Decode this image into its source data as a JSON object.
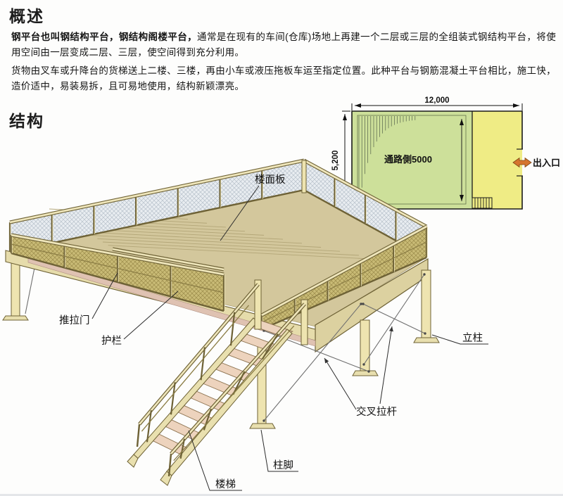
{
  "headings": {
    "overview": "概述",
    "structure": "结构"
  },
  "paragraphs": {
    "p1_lead": "钢平台也叫钢结构平台，钢结构阁楼平台，",
    "p1_rest": "通常是在现有的车间(仓库)场地上再建一个二层或三层的全组装式钢结构平台，将使用空间由一层变成二层、三层，使空间得到充分利用。",
    "p2": "货物由叉车或升降台的货梯送上二楼、三楼，再由小车或液压拖板车运至指定位置。此种平台与钢筋混凝土平台相比，施工快，造价适中，易装易拆，且可易地使用，结构新颖漂亮。"
  },
  "plan": {
    "width_dim": "12,000",
    "height_dim": "5,200",
    "aisle_label": "通路側5000",
    "entrance_label": "出入口",
    "colors": {
      "aisle_area": "#cde09a",
      "dock_area": "#efec85",
      "arrow": "#d5752e"
    }
  },
  "iso_labels": {
    "floor_panel": "楼面板",
    "sliding_door": "推拉门",
    "guardrail": "护栏",
    "stairs": "楼梯",
    "column_base": "柱脚",
    "cross_brace": "交叉拉杆",
    "column": "立柱"
  }
}
